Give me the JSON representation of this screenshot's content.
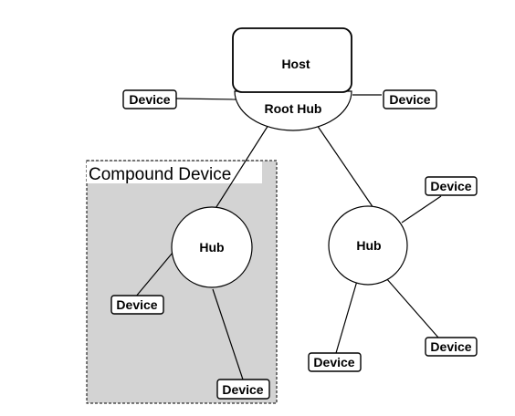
{
  "diagram": {
    "host": {
      "label": "Host"
    },
    "root_hub": {
      "label": "Root Hub"
    },
    "compound_device": {
      "label": "Compound Device"
    },
    "hub_compound": {
      "label": "Hub"
    },
    "hub_right": {
      "label": "Hub"
    },
    "devices": {
      "root_left": "Device",
      "root_right": "Device",
      "compound_left": "Device",
      "compound_bottom": "Device",
      "right_top": "Device",
      "right_bottom_left": "Device",
      "right_bottom_right": "Device"
    },
    "colors": {
      "compound_fill": "#d3d3d3",
      "stroke": "#000000",
      "background": "#ffffff"
    }
  }
}
